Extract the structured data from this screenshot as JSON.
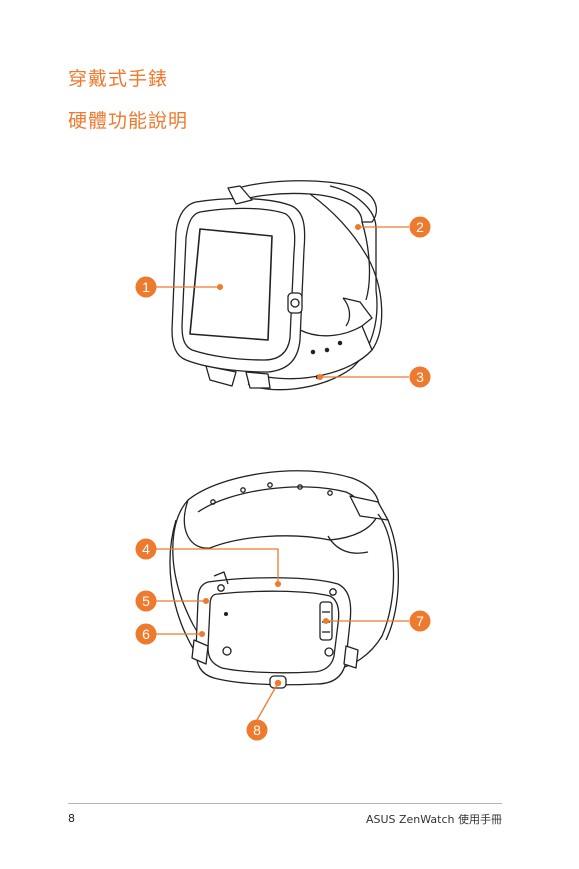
{
  "heading": "穿戴式手錶",
  "subheading": "硬體功能說明",
  "callouts": [
    "1",
    "2",
    "3",
    "4",
    "5",
    "6",
    "7",
    "8"
  ],
  "accent_color": "#ee7a2e",
  "footer": {
    "page_number": "8",
    "doc_title": "ASUS ZenWatch 使用手冊"
  }
}
